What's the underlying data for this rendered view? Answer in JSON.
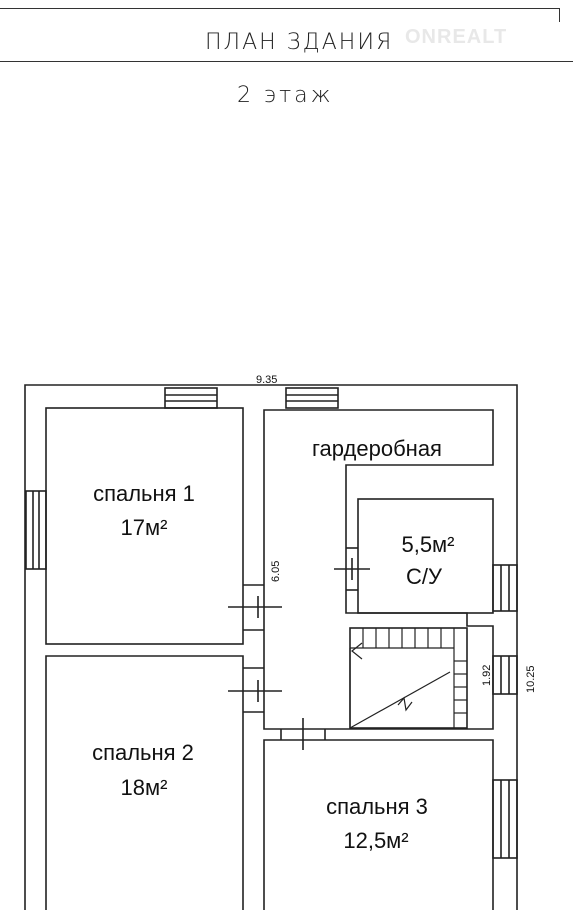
{
  "header": {
    "title": "ПЛАН ЗДАНИЯ",
    "watermark": "ONREALT",
    "floor": "2 этаж"
  },
  "plan": {
    "dimensions": {
      "width": "9.35",
      "height": "10.25",
      "corridor": "6.05",
      "stair": "1.92"
    },
    "rooms": {
      "bedroom1": {
        "name": "спальня 1",
        "area": "17м²"
      },
      "bedroom2": {
        "name": "спальня 2",
        "area": "18м²"
      },
      "bedroom3": {
        "name": "спальня 3",
        "area": "12,5м²"
      },
      "wardrobe": {
        "name": "гардеробная"
      },
      "bathroom": {
        "area": "5,5м²",
        "name": "С/У"
      }
    }
  }
}
